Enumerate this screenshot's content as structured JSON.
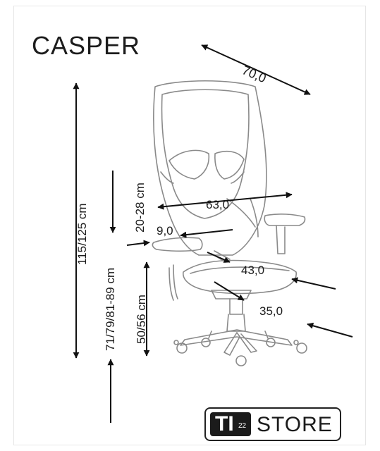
{
  "product": {
    "title": "CASPER"
  },
  "dimensions": {
    "width": "70,0",
    "armrest_span": "63,0",
    "armrest_depth": "9,0",
    "seat_depth": "43,0",
    "base": "35,0",
    "total_height": "115/125 cm",
    "headrest_adjust": "20-28 cm",
    "armrest_height": "71/79/81-89 cm",
    "seat_height": "50/56 cm"
  },
  "logo": {
    "left": "TI",
    "sup": "22",
    "right": "STORE"
  },
  "colors": {
    "chair_line": "#8a8a8a",
    "dimension_line": "#111111",
    "logo": "#1b1b1b"
  }
}
